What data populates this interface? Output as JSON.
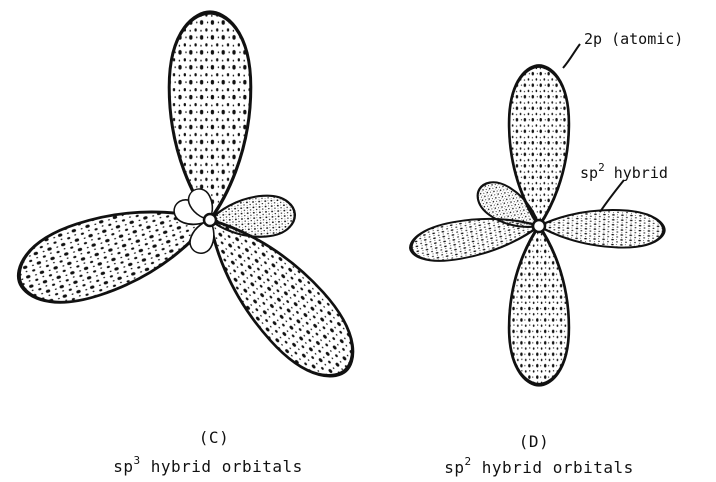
{
  "figure_c": {
    "panel_label": "(C)",
    "caption_prefix": "sp",
    "caption_superscript": "3",
    "caption_suffix": " hybrid orbitals"
  },
  "figure_d": {
    "panel_label": "(D)",
    "caption_prefix": "sp",
    "caption_superscript": "2",
    "caption_suffix": " hybrid orbitals",
    "label_atomic": "2p (atomic)",
    "label_hybrid_prefix": "sp",
    "label_hybrid_superscript": "2",
    "label_hybrid_suffix": " hybrid"
  },
  "colors": {
    "ink": "#111111",
    "paper": "#ffffff"
  }
}
